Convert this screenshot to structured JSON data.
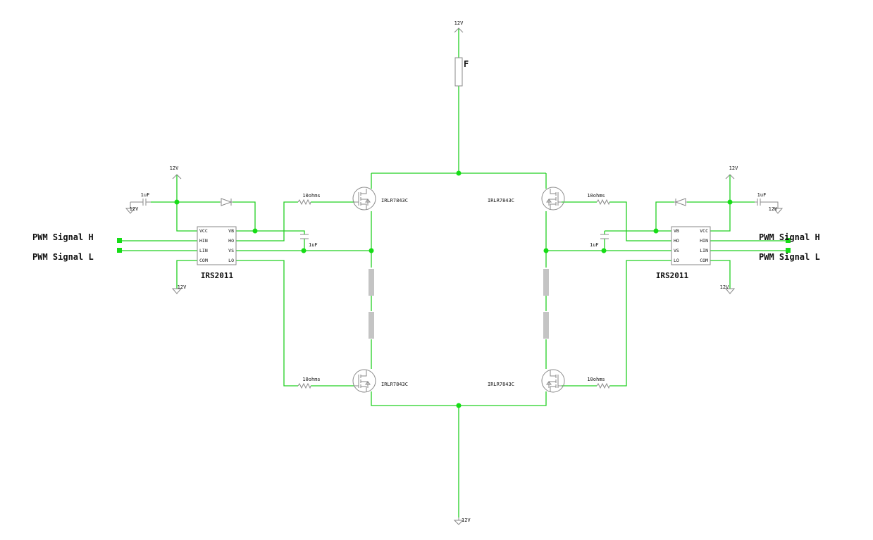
{
  "supply": {
    "top": "12V",
    "bottom": "12V",
    "left_vcc": "12V",
    "left_cap_gnd": "12V",
    "left_com_gnd": "12V",
    "right_vcc": "12V",
    "right_cap_gnd": "12V",
    "right_com_gnd": "12V"
  },
  "fuse": {
    "label": "F"
  },
  "mosfets": {
    "top_left": "IRLR7843C",
    "top_right": "IRLR7843C",
    "bottom_left": "IRLR7843C",
    "bottom_right": "IRLR7843C"
  },
  "resistors": {
    "top_left": "10ohms",
    "top_right": "10ohms",
    "bottom_left": "10ohms",
    "bottom_right": "10ohms"
  },
  "capacitors": {
    "left_vcc": "1uF",
    "left_boot": "1uF",
    "right_vcc": "1uF",
    "right_boot": "1uF"
  },
  "drivers": {
    "left": {
      "name": "IRS2011",
      "pins_left": [
        "VCC",
        "HIN",
        "LIN",
        "COM"
      ],
      "pins_right": [
        "VB",
        "HO",
        "VS",
        "LO"
      ]
    },
    "right": {
      "name": "IRS2011",
      "pins_left": [
        "VB",
        "HO",
        "VS",
        "LO"
      ],
      "pins_right": [
        "VCC",
        "HIN",
        "LIN",
        "COM"
      ]
    }
  },
  "inputs": {
    "left_h": "PWM Signal H",
    "left_l": "PWM Signal L",
    "right_h": "PWM Signal H",
    "right_l": "PWM Signal L"
  }
}
